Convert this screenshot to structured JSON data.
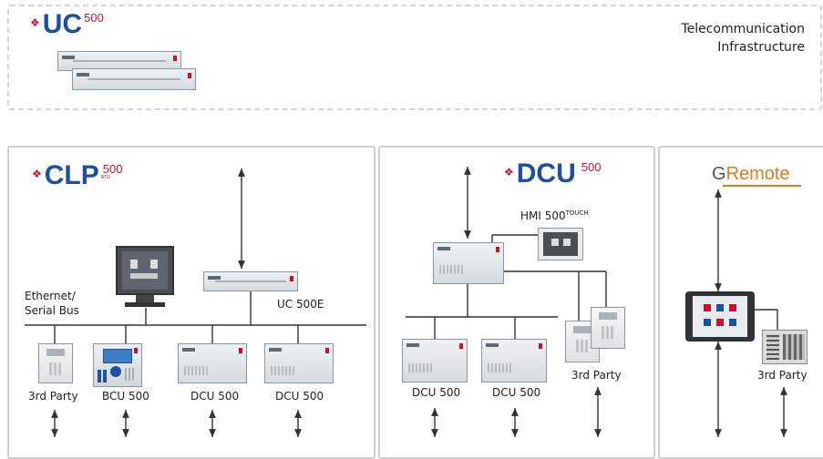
{
  "top": {
    "logo": {
      "name": "UC",
      "model": "500"
    },
    "infra_label": [
      "Telecommunication",
      "Infrastructure"
    ]
  },
  "clp": {
    "logo": {
      "name": "CLP",
      "model": "500",
      "suffix": "RTU"
    },
    "bus_label": [
      "Ethernet/",
      "Serial Bus"
    ],
    "uc_label": "UC 500E",
    "devices": [
      "3rd Party",
      "BCU 500",
      "DCU 500",
      "DCU 500"
    ]
  },
  "dcu": {
    "logo": {
      "name": "DCU",
      "model": "500"
    },
    "hmi_label": "HMI 500",
    "hmi_sup": "TOUCH",
    "devices": [
      "DCU 500",
      "DCU 500",
      "3rd Party"
    ]
  },
  "gremote": {
    "logo": {
      "g": "G",
      "rest": "Remote"
    },
    "device": "3rd Party"
  },
  "colors": {
    "brand_blue": "#1f4fa3",
    "brand_red": "#c8102e",
    "remote_orange": "#e07a1f",
    "panel_border": "#cfcfcf",
    "dashed": "#d4d4d4"
  }
}
